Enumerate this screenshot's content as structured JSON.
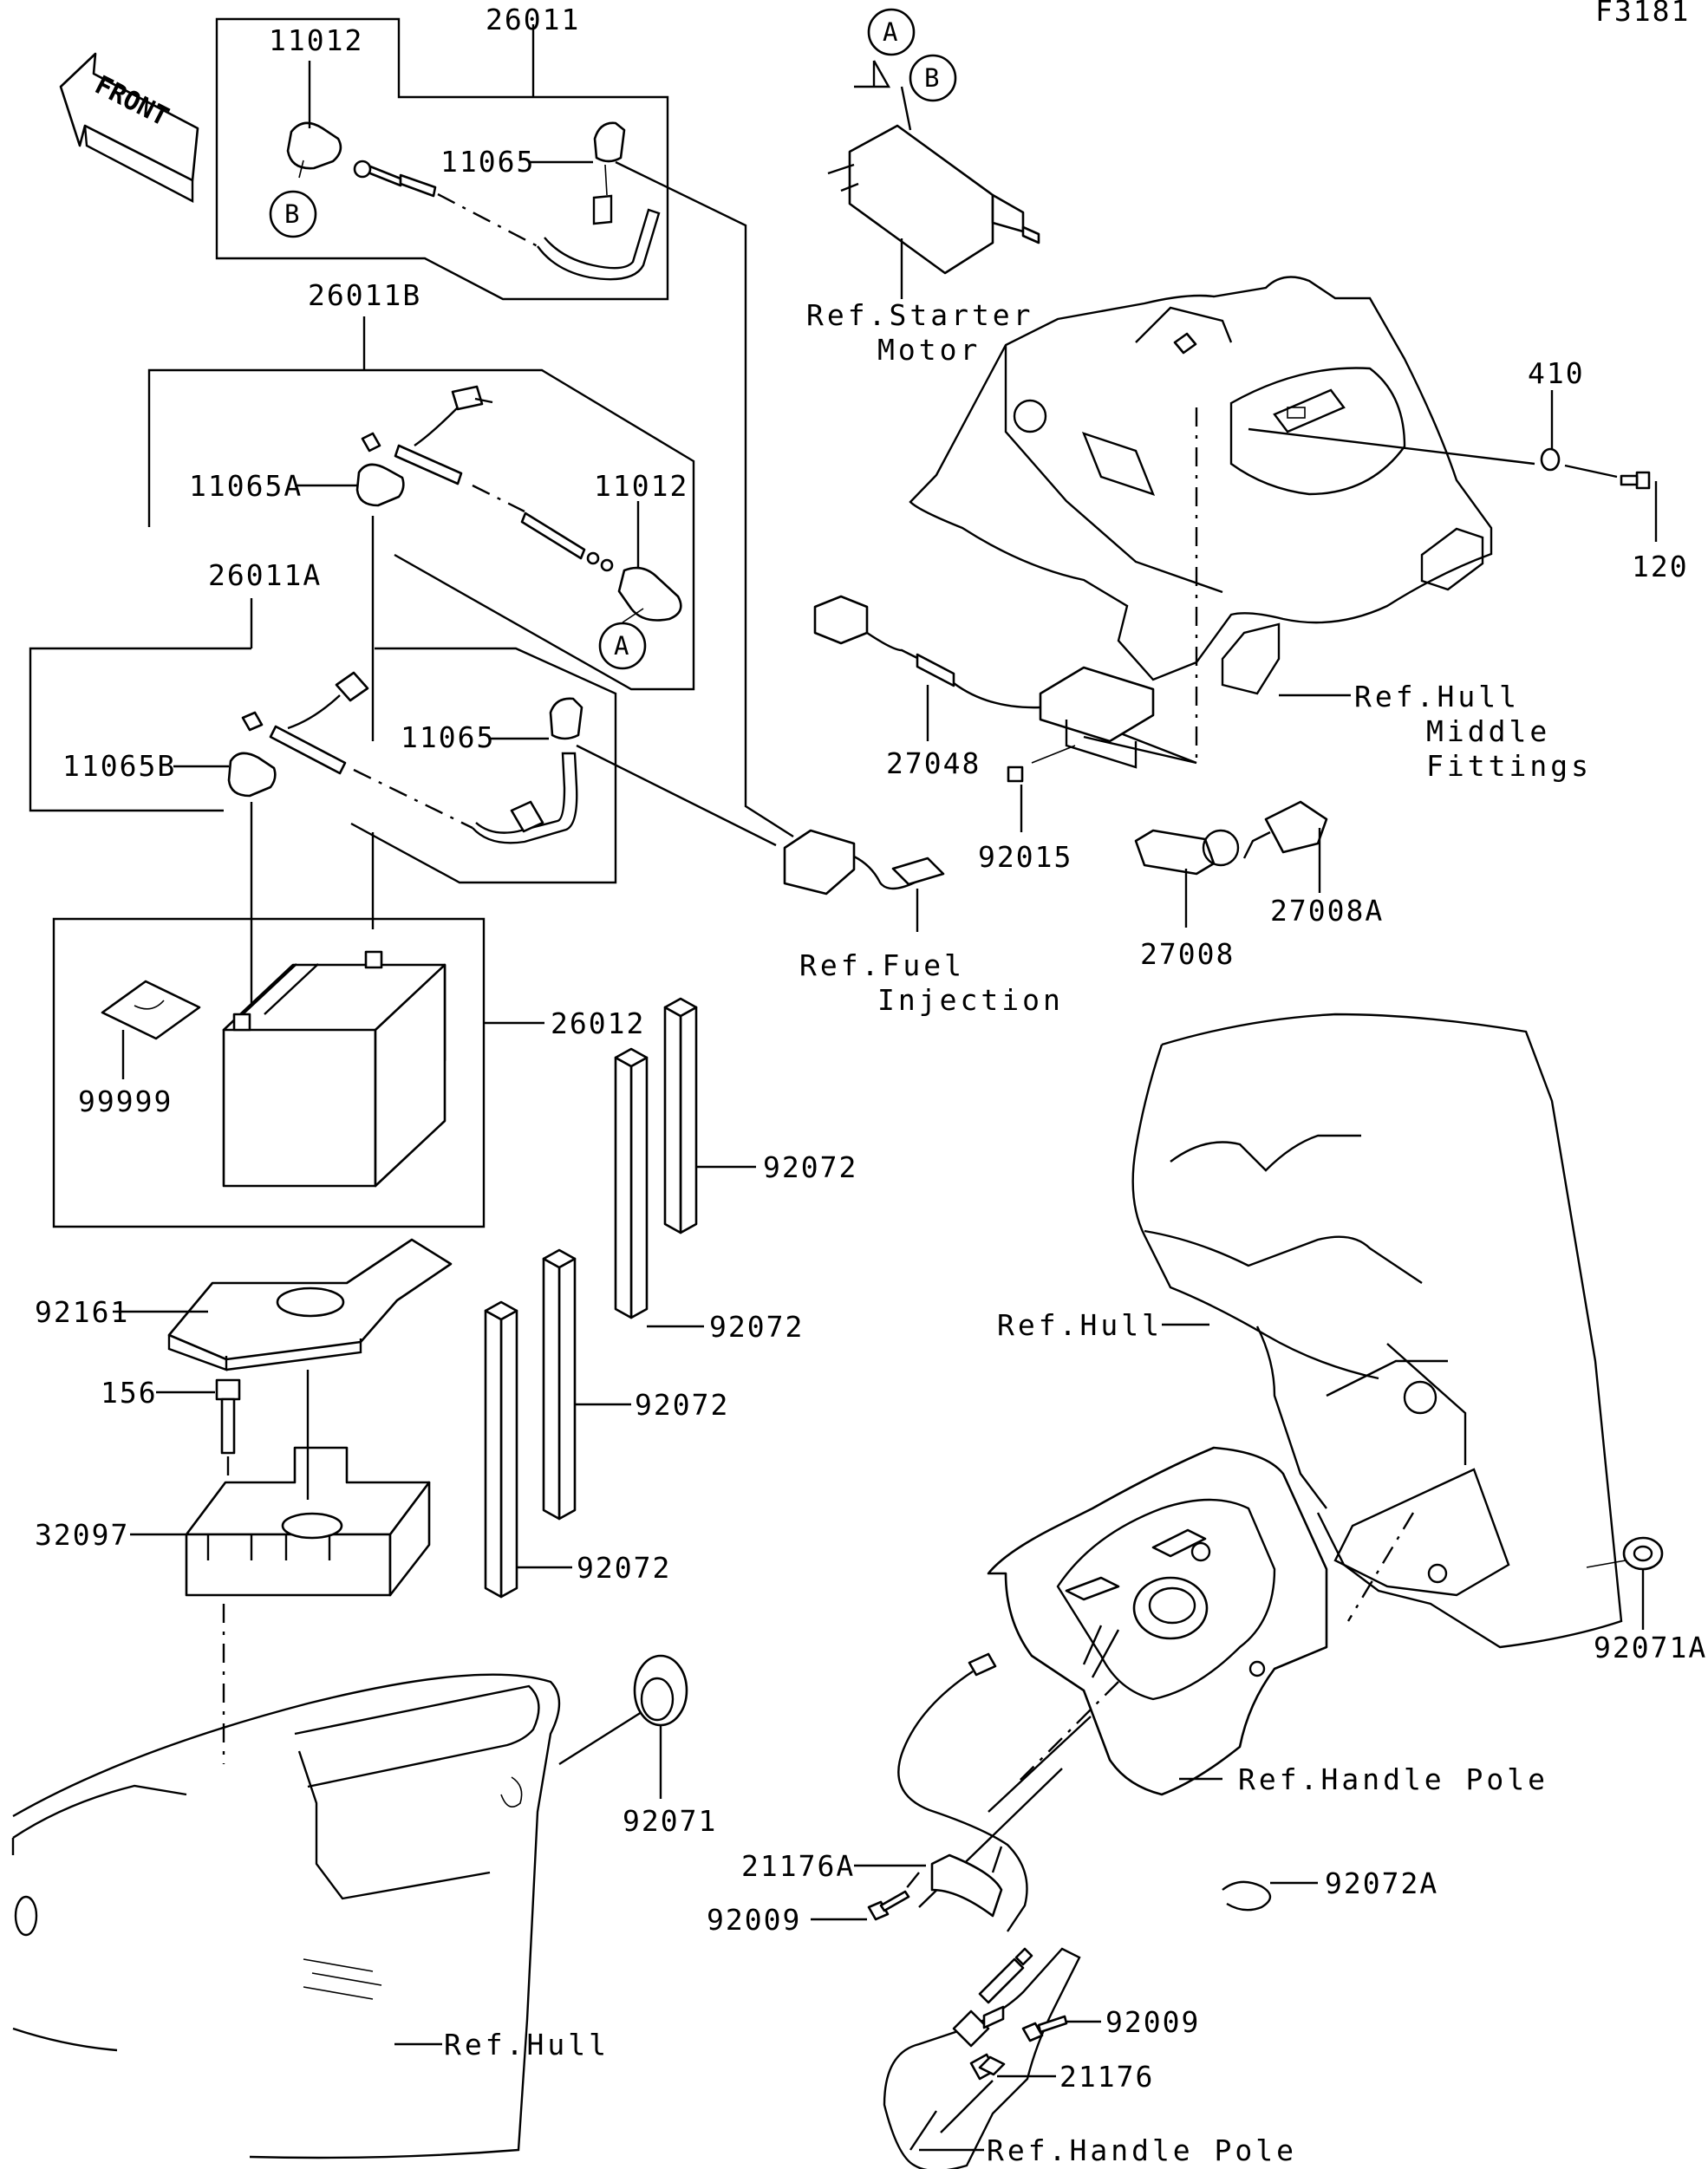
{
  "code": "F3181",
  "front_label": "FRONT",
  "callouts": {
    "a1": "A",
    "a2": "A",
    "b1": "B",
    "b2": "B"
  },
  "labels": {
    "p26011": "26011",
    "p11012_top": "11012",
    "p11065_top": "11065",
    "p26011B": "26011B",
    "p11065A": "11065A",
    "p11012_mid": "11012",
    "p26011A": "26011A",
    "p11065_mid": "11065",
    "p11065B": "11065B",
    "p26012": "26012",
    "p99999": "99999",
    "p92161": "92161",
    "p156": "156",
    "p32097": "32097",
    "p92072_a": "92072",
    "p92072_b": "92072",
    "p92072_c": "92072",
    "p92072_d": "92072",
    "p92071": "92071",
    "p27048": "27048",
    "p92015": "92015",
    "p27008": "27008",
    "p27008A": "27008A",
    "p410": "410",
    "p120": "120",
    "p92071A": "92071A",
    "p92072A": "92072A",
    "p21176A": "21176A",
    "p92009_a": "92009",
    "p92009_b": "92009",
    "p21176": "21176"
  },
  "refs": {
    "starter_1": "Ref.Starter",
    "starter_2": "Motor",
    "hull_mid_1": "Ref.Hull",
    "hull_mid_2": "Middle",
    "hull_mid_3": "Fittings",
    "fuel_1": "Ref.Fuel",
    "fuel_2": "Injection",
    "hull_right": "Ref.Hull",
    "handle_pole_1": "Ref.Handle Pole",
    "hull_bottom": "Ref.Hull",
    "handle_pole_2": "Ref.Handle Pole"
  }
}
